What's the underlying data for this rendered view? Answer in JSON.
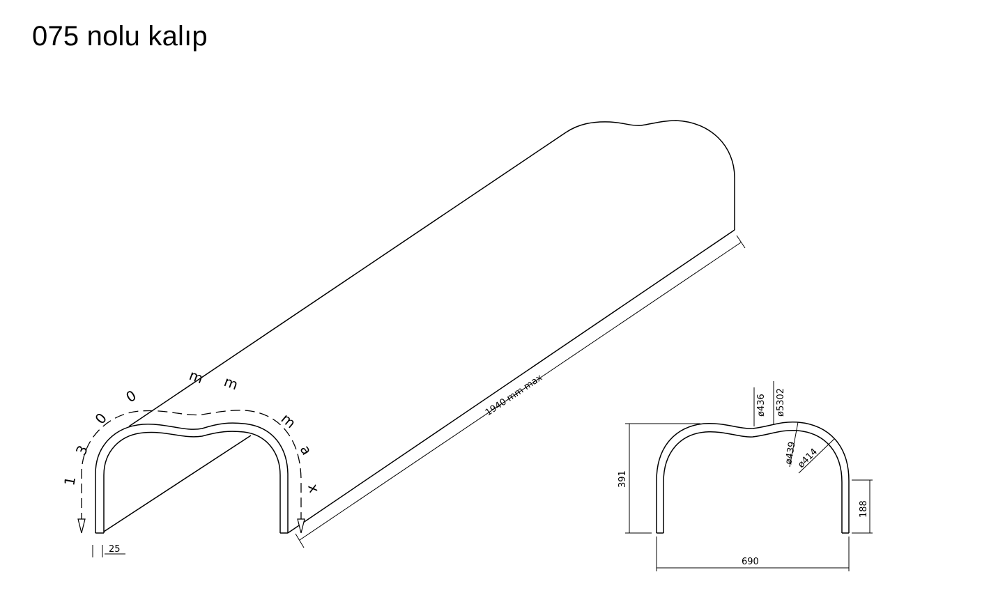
{
  "title": "075 nolu kalıp",
  "iso": {
    "arc_label_chars": [
      "1",
      "3",
      "0",
      "0",
      "m",
      "m",
      "m",
      "a",
      "x"
    ],
    "length_label": "1940 mm max",
    "thickness_label": "25"
  },
  "section": {
    "width_label": "690",
    "height_label": "391",
    "leg_label": "188",
    "dia_436": "ø436",
    "dia_5302": "ø5302",
    "dia_439": "ø439",
    "dia_414": "ø414"
  },
  "colors": {
    "line": "#000000",
    "background": "#ffffff"
  }
}
